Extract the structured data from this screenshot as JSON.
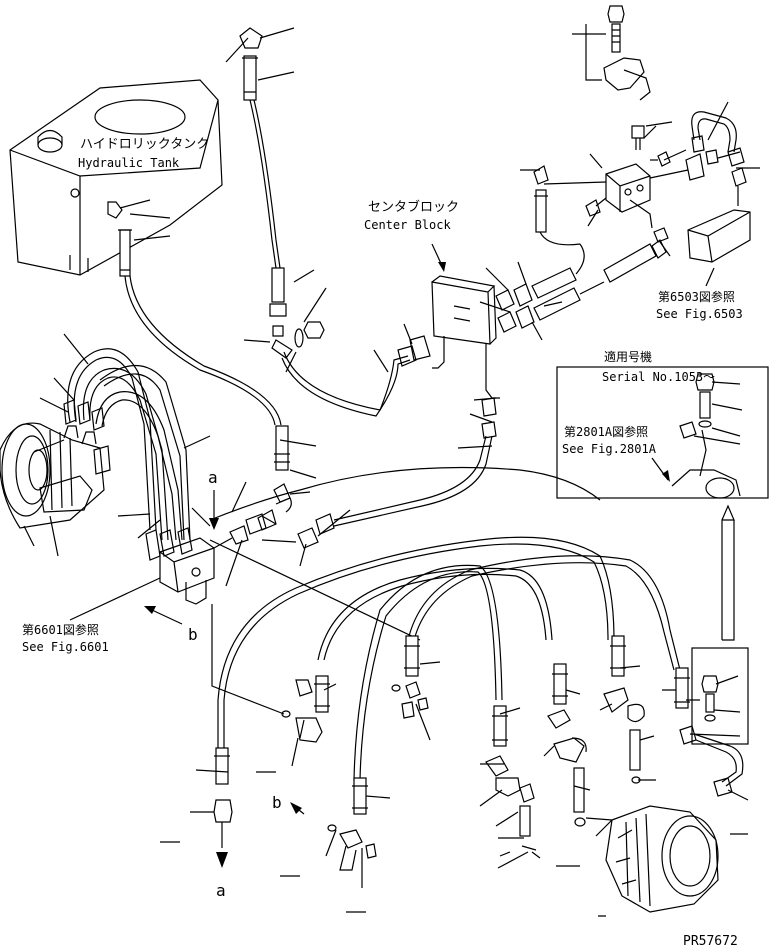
{
  "labels": {
    "hydraulic_tank_jp": "ハイドロリックタンク",
    "hydraulic_tank_en": "Hydraulic Tank",
    "center_block_jp": "センタブロック",
    "center_block_en": "Center Block",
    "ref_6503_jp": "第6503図参照",
    "ref_6503_en": "See Fig.6503",
    "serial_jp": "適用号機",
    "serial_en": "Serial No.1053～",
    "ref_2801a_jp": "第2801A図参照",
    "ref_2801a_en": "See Fig.2801A",
    "ref_6601_jp": "第6601図参照",
    "ref_6601_en": "See Fig.6601",
    "marker_a": "a",
    "marker_b": "b",
    "drawing_number": "PR57672"
  }
}
